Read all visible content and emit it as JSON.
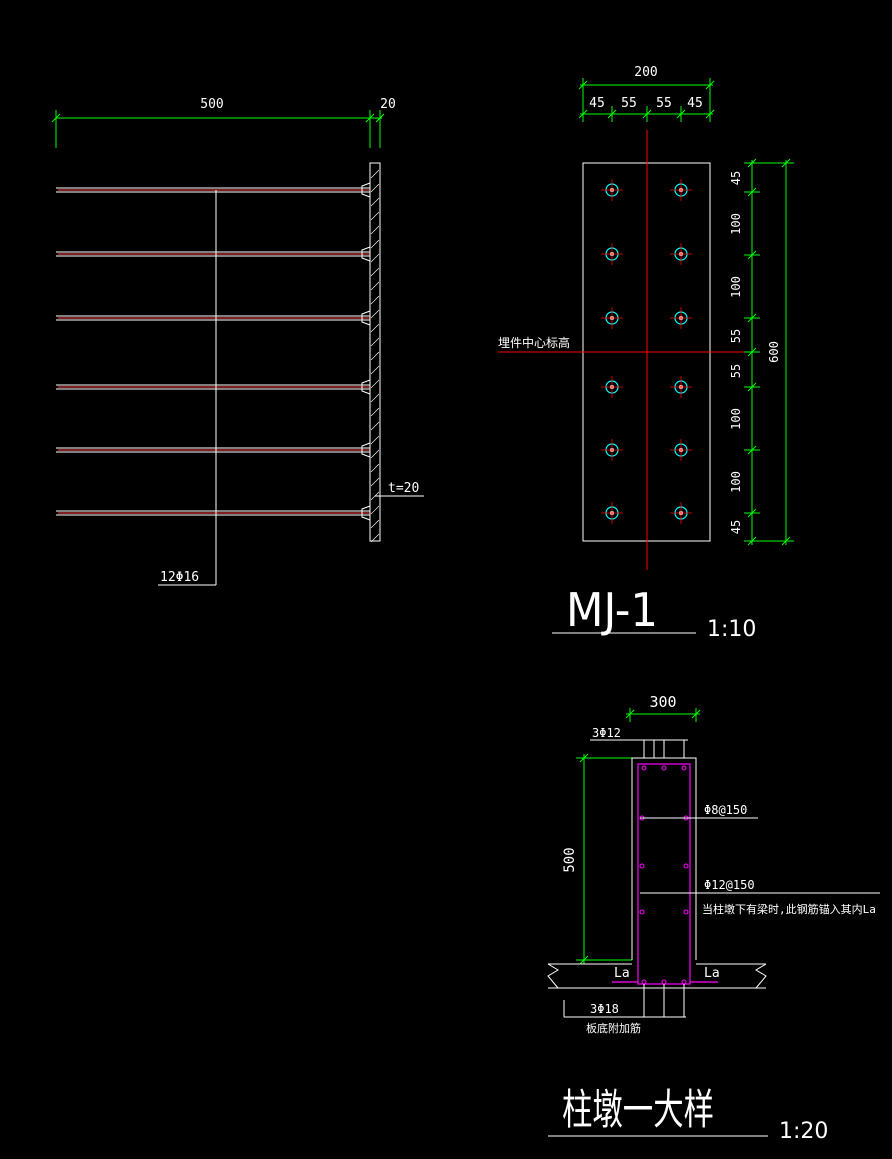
{
  "anchor_elevation": {
    "dims": {
      "length": "500",
      "plate": "20"
    },
    "bar_label": "12Φ16",
    "plate_label": "t=20"
  },
  "mj1": {
    "top_total": "200",
    "top_parts": [
      "45",
      "55",
      "55",
      "45"
    ],
    "side_total": "600",
    "side_parts": [
      "45",
      "100",
      "100",
      "55",
      "55",
      "100",
      "100",
      "45"
    ],
    "center_label": "埋件中心标高",
    "title": "MJ-1",
    "scale": "1:10"
  },
  "pier": {
    "width_dim": "300",
    "height_dim": "500",
    "top_bars": "3Φ12",
    "stirrup": "Φ8@150",
    "side_bars": "Φ12@150",
    "note": "当柱墩下有梁时,此钢筋锚入其内La",
    "la_left": "La",
    "la_right": "La",
    "bottom_bars": "3Φ18",
    "bottom_note": "板底附加筋",
    "title": "柱墩一大样",
    "scale": "1:20"
  },
  "colors": {
    "background": "#000000",
    "line": "#ffffff",
    "dimension": "#00ff00",
    "center_line": "#ff0000",
    "bolt": "#00ffff",
    "rebar": "#ff00ff"
  }
}
